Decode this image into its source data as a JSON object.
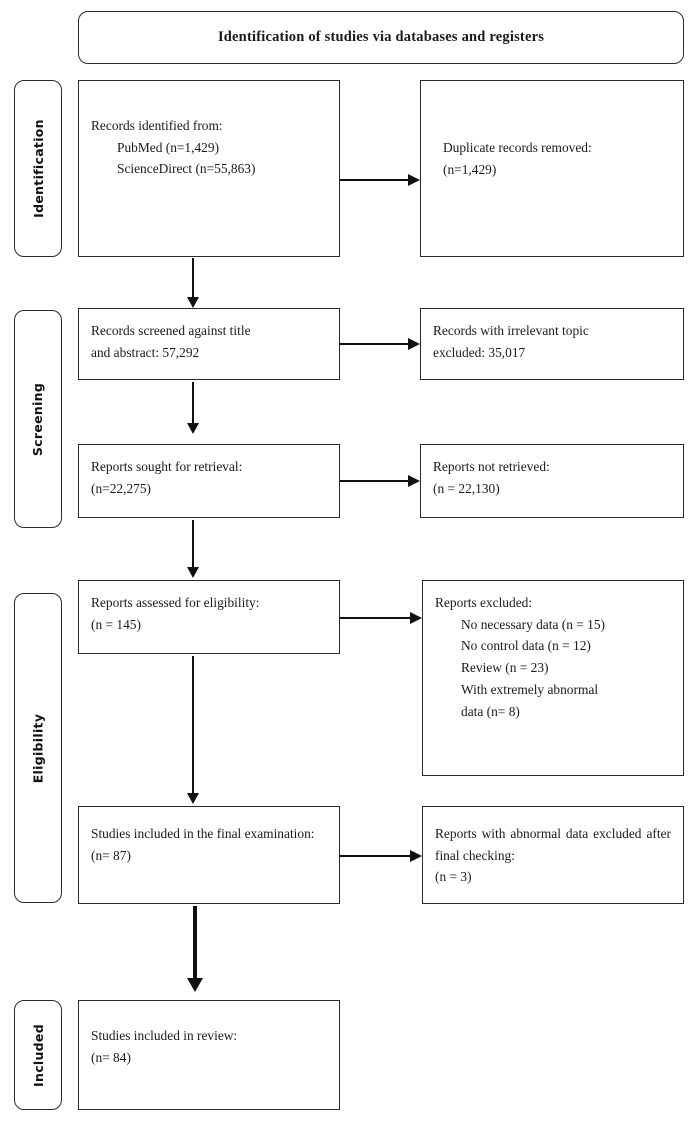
{
  "header": {
    "title": "Identification of studies via databases and registers"
  },
  "stages": [
    {
      "name": "identification",
      "label": "Identification"
    },
    {
      "name": "screening",
      "label": "Screening"
    },
    {
      "name": "eligibility",
      "label": "Eligibility"
    },
    {
      "name": "included",
      "label": "Included"
    }
  ],
  "boxes": {
    "records_identified": {
      "line1": "Records identified from:",
      "line2": "PubMed (n=1,429)",
      "line3": "ScienceDirect (n=55,863)"
    },
    "duplicates_removed": {
      "line1": "Duplicate records removed:",
      "line2": "(n=1,429)"
    },
    "records_screened": {
      "line1": "Records screened against title",
      "line2": "and abstract: 57,292"
    },
    "irrelevant_excluded": {
      "line1": "Records with irrelevant topic",
      "line2": "excluded: 35,017"
    },
    "reports_sought": {
      "line1": "Reports sought for retrieval:",
      "line2": "(n=22,275)"
    },
    "reports_not_retrieved": {
      "line1": "Reports not retrieved:",
      "line2": "(n = 22,130)"
    },
    "reports_assessed": {
      "line1": "Reports assessed for eligibility:",
      "line2": "(n = 145)"
    },
    "reports_excluded": {
      "line1": "Reports excluded:",
      "line2": "No necessary data (n = 15)",
      "line3": "No control data (n = 12)",
      "line4": "Review (n = 23)",
      "line5": "With extremely abnormal",
      "line6": "data (n= 8)"
    },
    "studies_final_exam": {
      "line1": "Studies included in the final examination:",
      "line2": "(n= 87)"
    },
    "abnormal_excluded": {
      "line1": "Reports with abnormal data excluded after final checking:",
      "line2": "(n = 3)"
    },
    "studies_in_review": {
      "line1": "Studies included in review:",
      "line2": "(n= 84)"
    }
  },
  "colors": {
    "border": "#2b2b2b",
    "arrow": "#111111",
    "text": "#1a1a1a",
    "background": "#ffffff"
  }
}
